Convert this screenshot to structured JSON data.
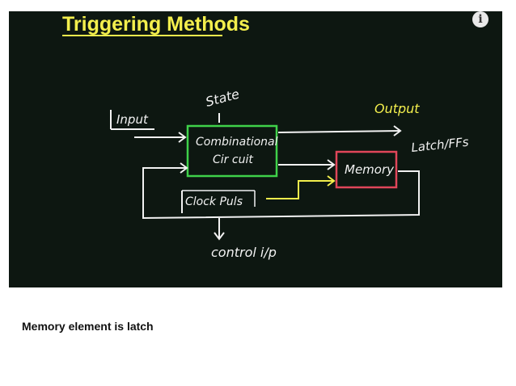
{
  "diagram": {
    "title": "Triggering Methods",
    "labels": {
      "input": "Input",
      "state": "State",
      "output": "Output",
      "combinational_line1": "Combinational",
      "combinational_line2": "Cir cuit",
      "memory": "Memory",
      "latch_ff": "Latch/FFs",
      "clock_pulse": "Clock Puls",
      "control_ip": "control i/p"
    },
    "colors": {
      "board": "#0d1711",
      "title": "#f3ef4d",
      "output_label": "#f3ef4d",
      "combinational_box": "#3fd14a",
      "memory_box": "#e0465a",
      "clock_path": "#f3ef4d",
      "lines": "#f2f2f2"
    },
    "info_icon": "info-icon"
  },
  "caption": "Memory element is latch"
}
